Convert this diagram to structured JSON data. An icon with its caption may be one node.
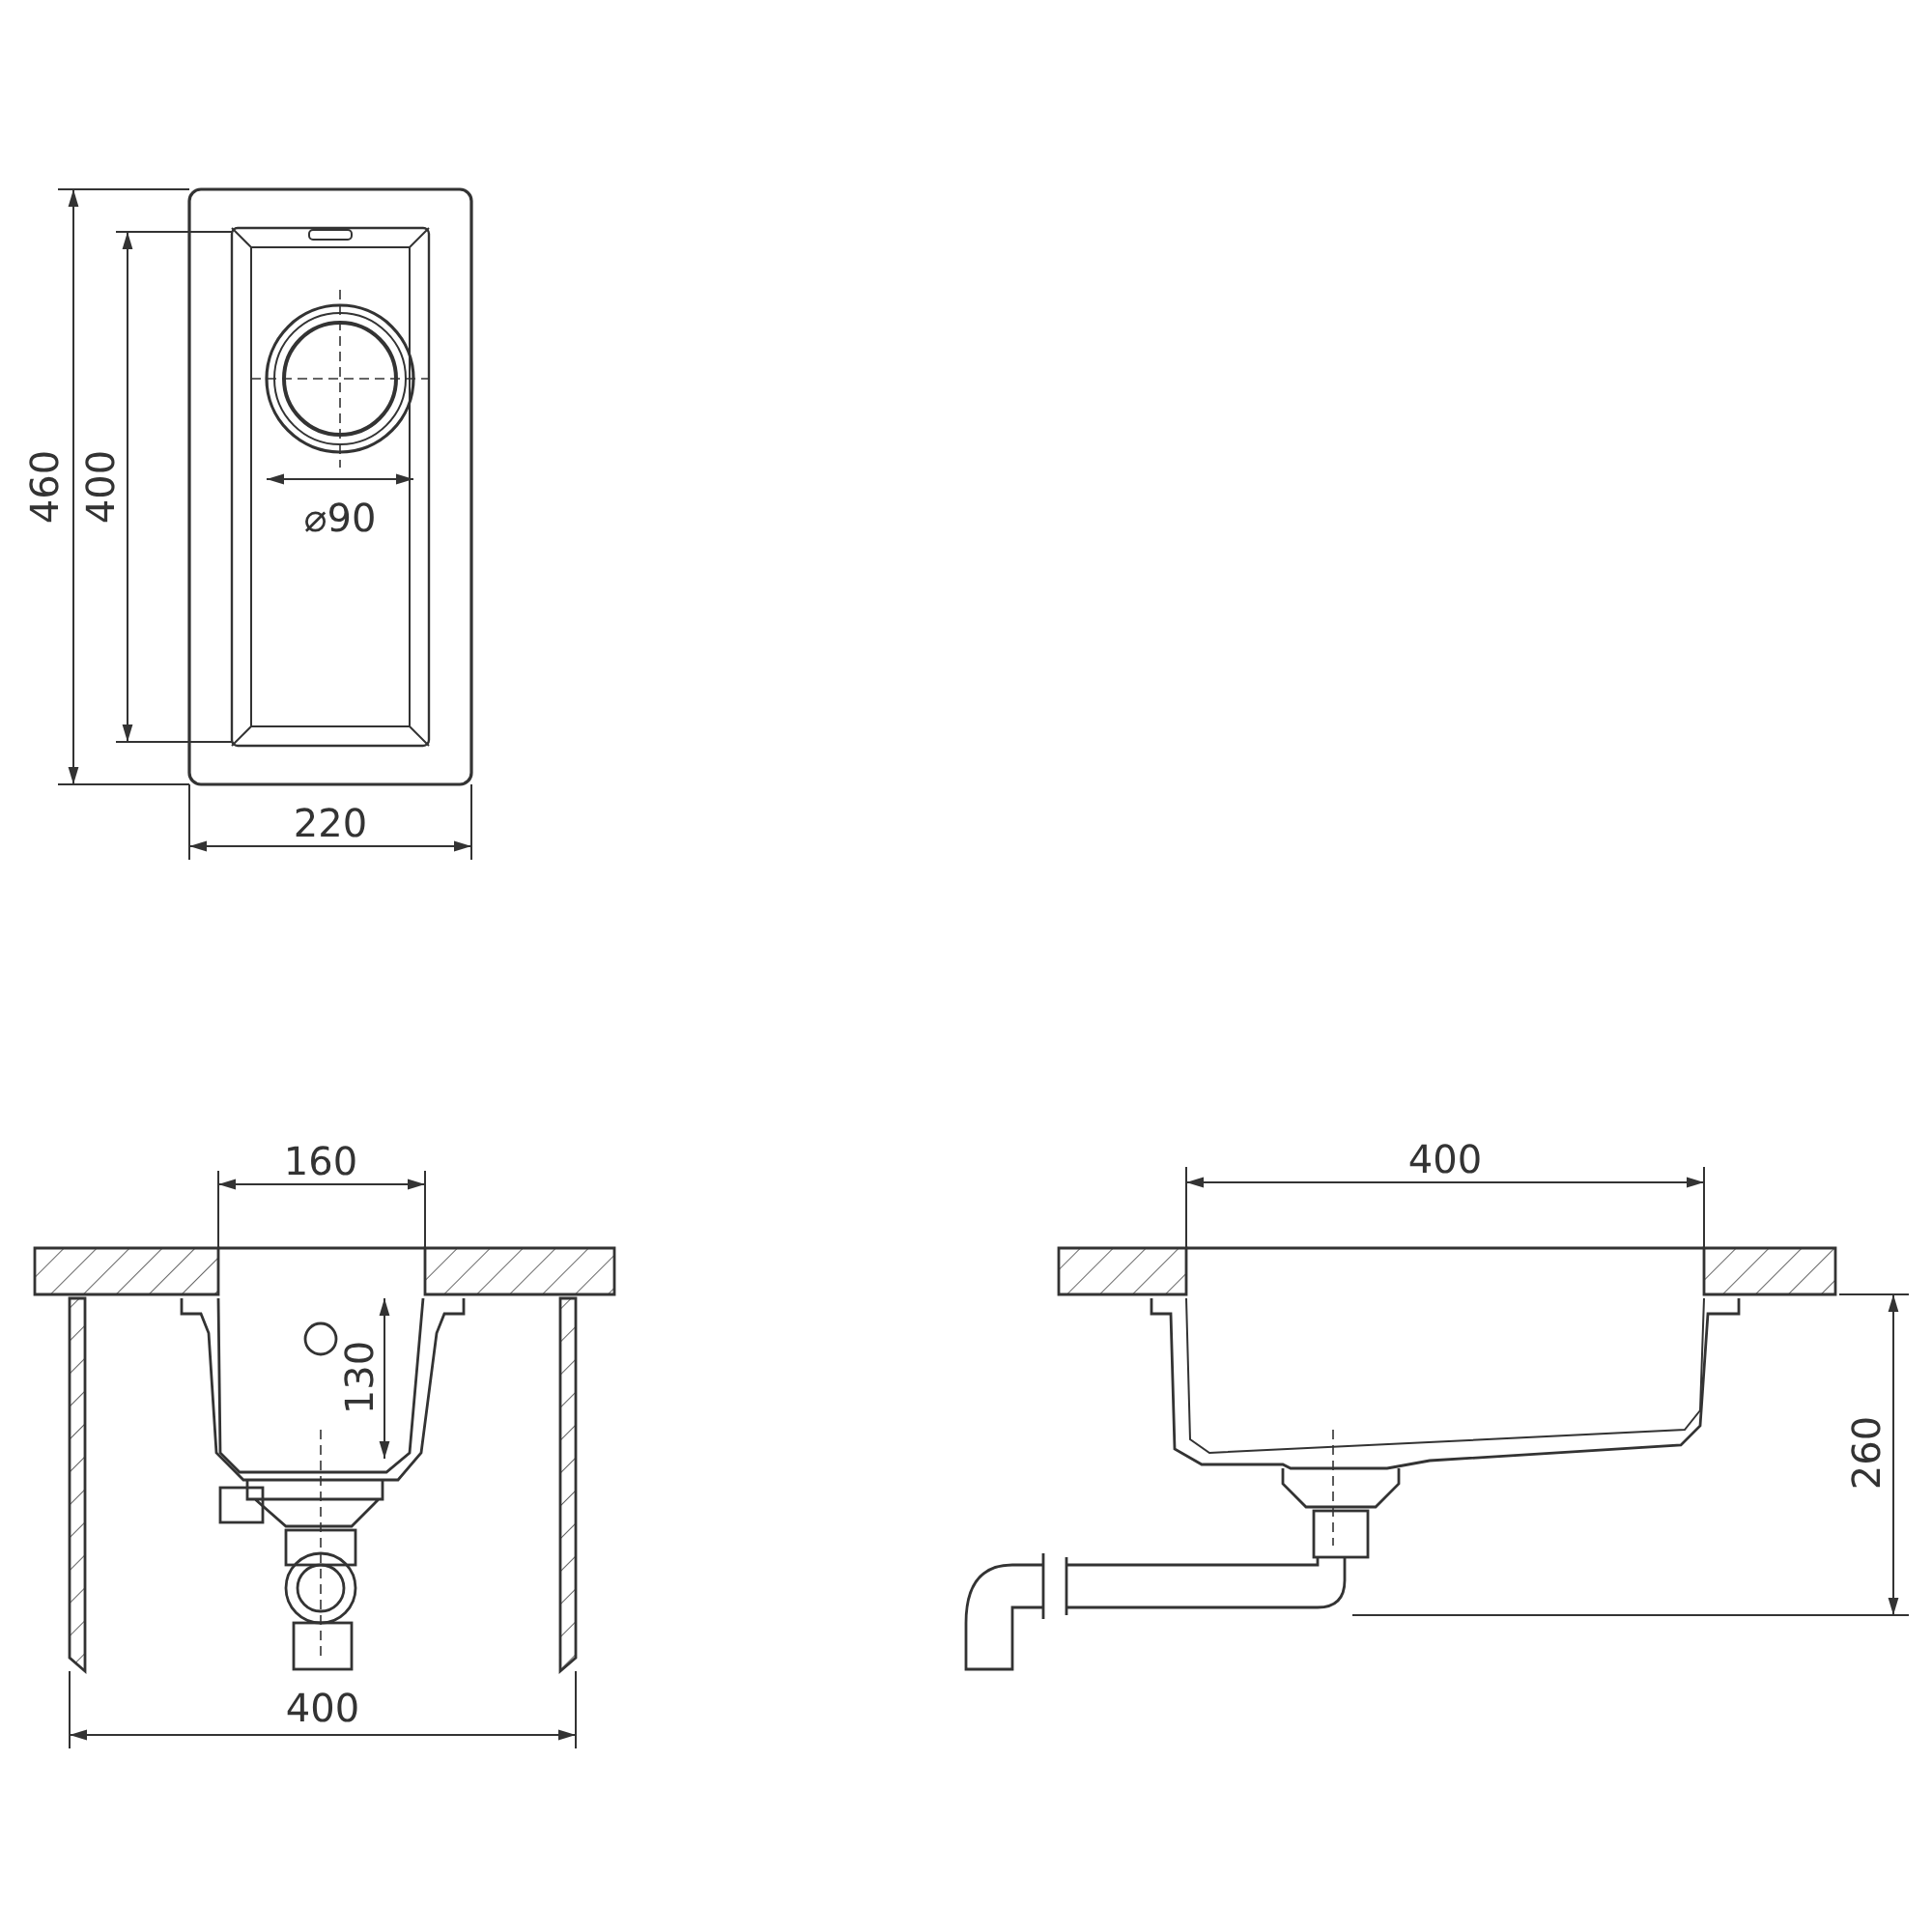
{
  "diagram": {
    "labels": [
      "460",
      "400",
      "⌀90",
      "220",
      "160",
      "130",
      "400",
      "400",
      "260"
    ]
  }
}
